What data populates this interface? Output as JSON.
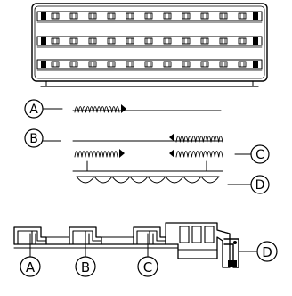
{
  "diagram": {
    "callouts": [
      {
        "id": "A",
        "label": "A"
      },
      {
        "id": "B",
        "label": "B"
      },
      {
        "id": "C",
        "label": "C"
      },
      {
        "id": "D",
        "label": "D"
      }
    ],
    "bottom_callouts": [
      {
        "id": "A",
        "label": "A"
      },
      {
        "id": "B",
        "label": "B"
      },
      {
        "id": "C",
        "label": "C"
      },
      {
        "id": "D",
        "label": "D"
      }
    ]
  }
}
